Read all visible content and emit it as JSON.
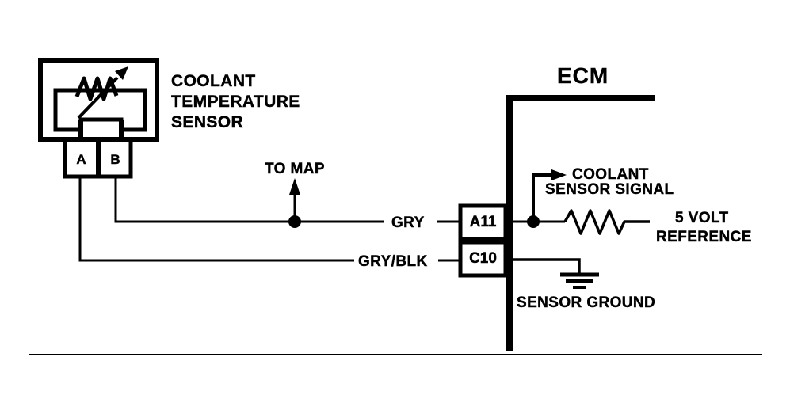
{
  "diagram": {
    "sensor": {
      "label_line1": "COOLANT",
      "label_line2": "TEMPERATURE",
      "label_line3": "SENSOR",
      "terminal_a": "A",
      "terminal_b": "B"
    },
    "wires": {
      "to_map_label": "TO MAP",
      "gry_label": "GRY",
      "gry_blk_label": "GRY/BLK"
    },
    "ecm": {
      "title": "ECM",
      "pin_a11": "A11",
      "pin_c10": "C10",
      "signal_line1": "COOLANT",
      "signal_line2": "SENSOR SIGNAL",
      "reference_line1": "5 VOLT",
      "reference_line2": "REFERENCE",
      "ground_label": "SENSOR GROUND"
    },
    "colors": {
      "ink": "#000000",
      "paper": "#ffffff"
    }
  }
}
